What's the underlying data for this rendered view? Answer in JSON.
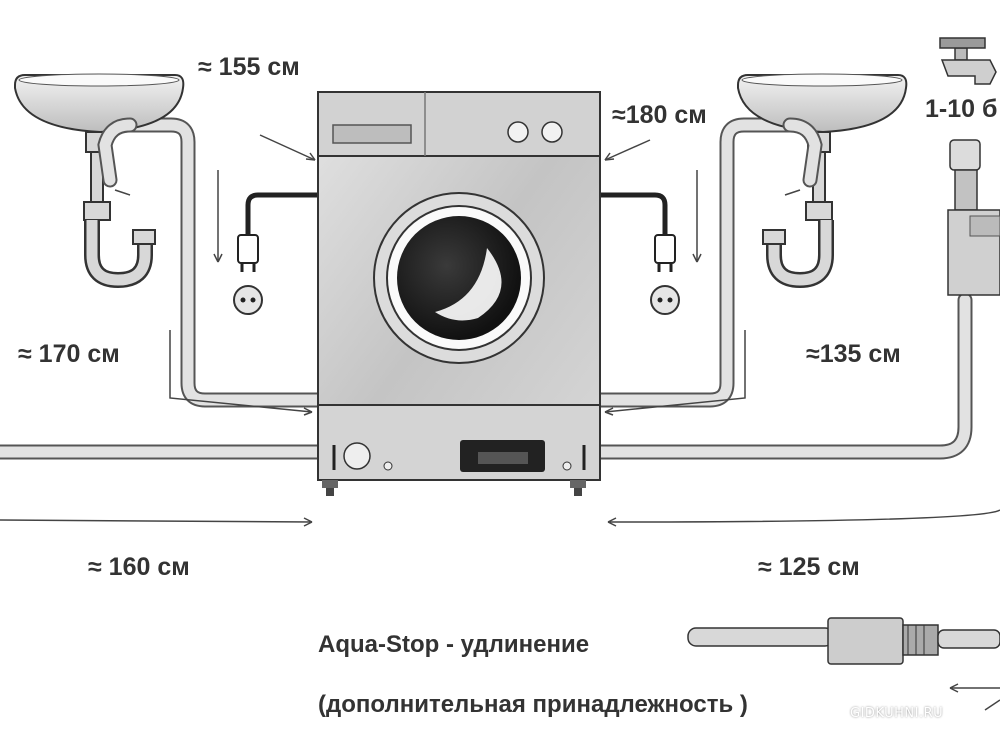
{
  "labels": {
    "dist_155": "≈ 155 см",
    "dist_180": "≈180 см",
    "dist_170": "≈ 170 см",
    "dist_135": "≈135 см",
    "dist_160": "≈ 160 см",
    "dist_125": "≈ 125 см",
    "faucet_pressure": "1-10 б"
  },
  "caption": {
    "line1": "Aqua-Stop - удлинение",
    "line2": "(дополнительная принадлежность )"
  },
  "watermark": "GIDKUHNI.RU",
  "colors": {
    "ink": "#333333",
    "machine": "#c8c8c8",
    "hose": "#dedede",
    "dark": "#222222"
  },
  "icons": [
    "washing-machine-icon",
    "sink-icon",
    "faucet-icon",
    "power-plug-icon",
    "wall-socket-icon",
    "siphon-icon",
    "aqua-stop-valve-icon"
  ]
}
